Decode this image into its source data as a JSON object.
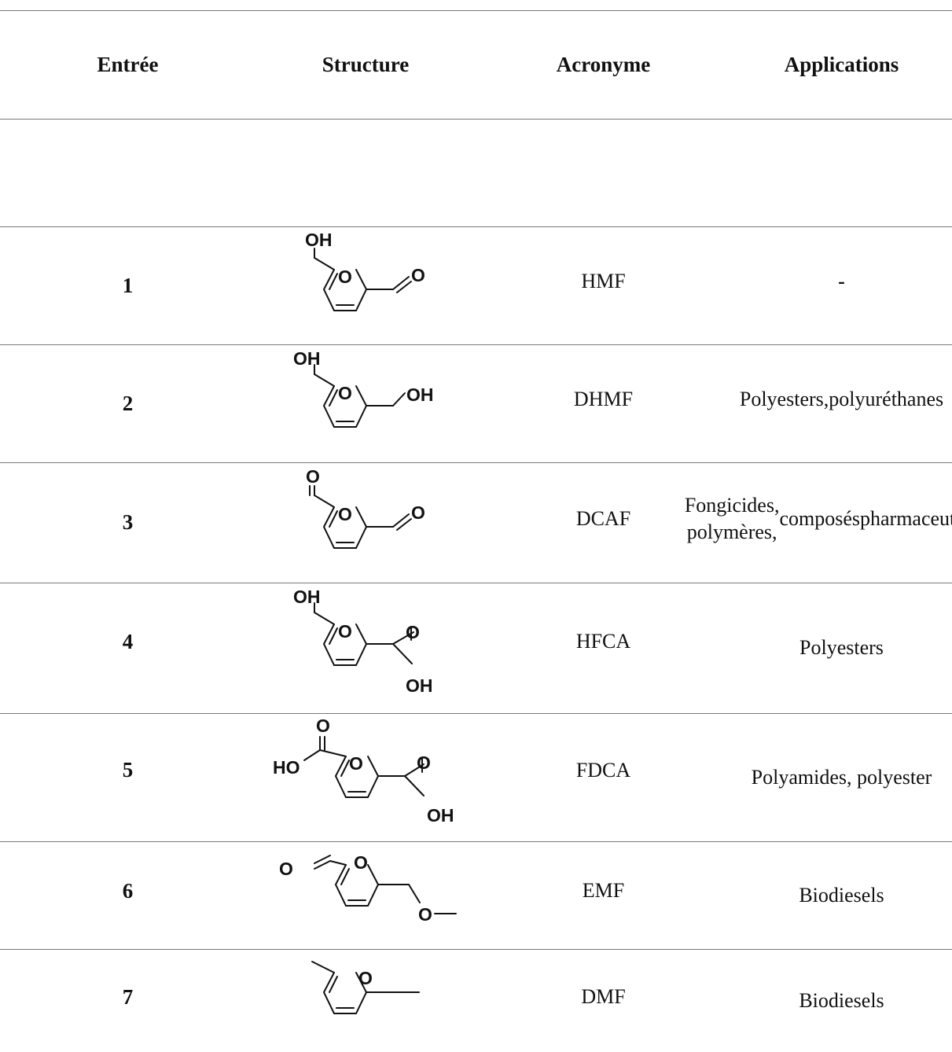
{
  "table": {
    "headers": {
      "entry": "Entrée",
      "structure": "Structure",
      "acronym": "Acronyme",
      "applications": "Applications"
    },
    "rows": [
      {
        "entry": "1",
        "acronym": "HMF",
        "applications": [
          "-"
        ],
        "structure_labels": {
          "oh": "OH",
          "ring_o": "O",
          "o": "O"
        }
      },
      {
        "entry": "2",
        "acronym": "DHMF",
        "applications": [
          "Polyesters,",
          "polyuréthanes"
        ],
        "structure_labels": {
          "oh": "OH",
          "ring_o": "O",
          "oh2": "OH"
        }
      },
      {
        "entry": "3",
        "acronym": "DCAF",
        "applications": [
          "Fongicides, polymères,",
          "composés",
          "pharmaceutiques"
        ],
        "structure_labels": {
          "o": "O",
          "ring_o": "O",
          "o2": "O"
        }
      },
      {
        "entry": "4",
        "acronym": "HFCA",
        "applications": [
          "Polyesters"
        ],
        "structure_labels": {
          "oh": "OH",
          "ring_o": "O",
          "o": "O",
          "oh2": "OH"
        }
      },
      {
        "entry": "5",
        "acronym": "FDCA",
        "applications": [
          "Polyamides, polyester"
        ],
        "structure_labels": {
          "o": "O",
          "ho": "HO",
          "ring_o": "O",
          "o2": "O",
          "oh": "OH"
        }
      },
      {
        "entry": "6",
        "acronym": "EMF",
        "applications": [
          "Biodiesels"
        ],
        "structure_labels": {
          "o": "O",
          "ring_o": "O",
          "o_ether": "O"
        }
      },
      {
        "entry": "7",
        "acronym": "DMF",
        "applications": [
          "Biodiesels"
        ],
        "structure_labels": {
          "ring_o": "O"
        }
      }
    ]
  }
}
